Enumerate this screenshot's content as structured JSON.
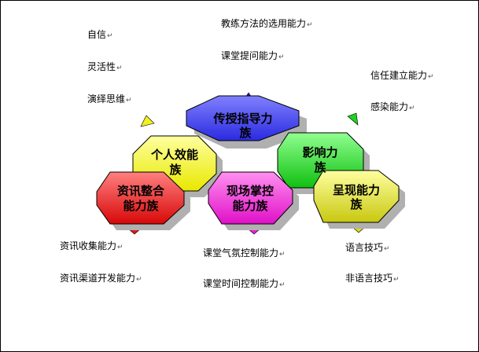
{
  "clusters": [
    {
      "id": "teach",
      "title_lines": [
        "传授指导力",
        "族"
      ],
      "fill": "#3a3aee"
    },
    {
      "id": "self",
      "title_lines": [
        "个人效能",
        "族"
      ],
      "fill": "#f3f31a"
    },
    {
      "id": "influ",
      "title_lines": [
        "影响力",
        "族"
      ],
      "fill": "#26d626"
    },
    {
      "id": "info",
      "title_lines": [
        "资讯整合",
        "能力族"
      ],
      "fill": "#e81616"
    },
    {
      "id": "onsite",
      "title_lines": [
        "现场掌控",
        "能力族"
      ],
      "fill": "#ee1ad8"
    },
    {
      "id": "present",
      "title_lines": [
        "呈现能力",
        "族"
      ],
      "fill": "#d9d91a"
    }
  ],
  "labels": {
    "teach_1": "教练方法的选用能力",
    "teach_2": "课堂提问能力",
    "self_1": "自信",
    "self_2": "灵活性",
    "self_3": "演绎思维",
    "influ_1": "信任建立能力",
    "influ_2": "感染能力",
    "info_1": "资讯收集能力",
    "info_2": "资讯渠道开发能力",
    "onsite_1": "课堂气氛控制能力",
    "onsite_2": "课堂时间控制能力",
    "present_1": "语言技巧",
    "present_2": "非语言技巧"
  },
  "paragraph_mark": "↵"
}
